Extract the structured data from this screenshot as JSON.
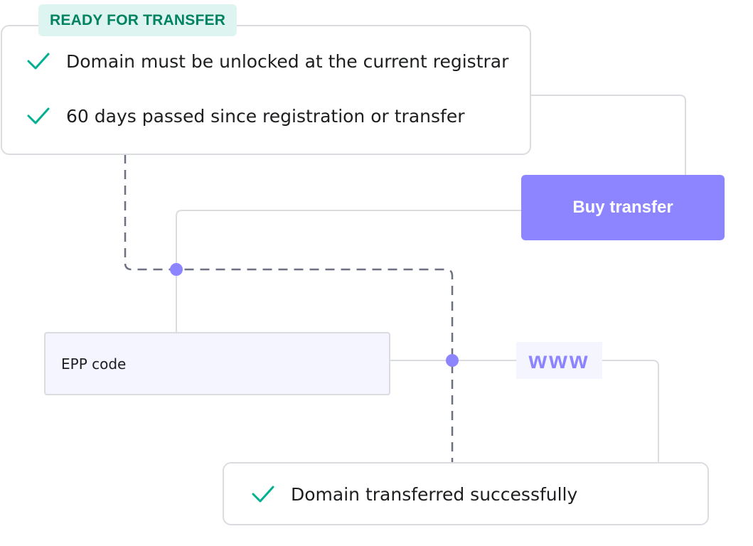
{
  "badge": "READY FOR TRANSFER",
  "requirements": [
    "Domain must be unlocked at the current registrar",
    "60 days passed since registration or transfer"
  ],
  "buy_button": "Buy transfer",
  "epp_label": "EPP code",
  "www_label": "www",
  "result": "Domain transferred successfully",
  "colors": {
    "accent": "#8c85ff",
    "check": "#00b090",
    "badge_bg": "#def4f0",
    "badge_text": "#008361",
    "line": "#dadce0",
    "dashed": "#6d7081"
  }
}
